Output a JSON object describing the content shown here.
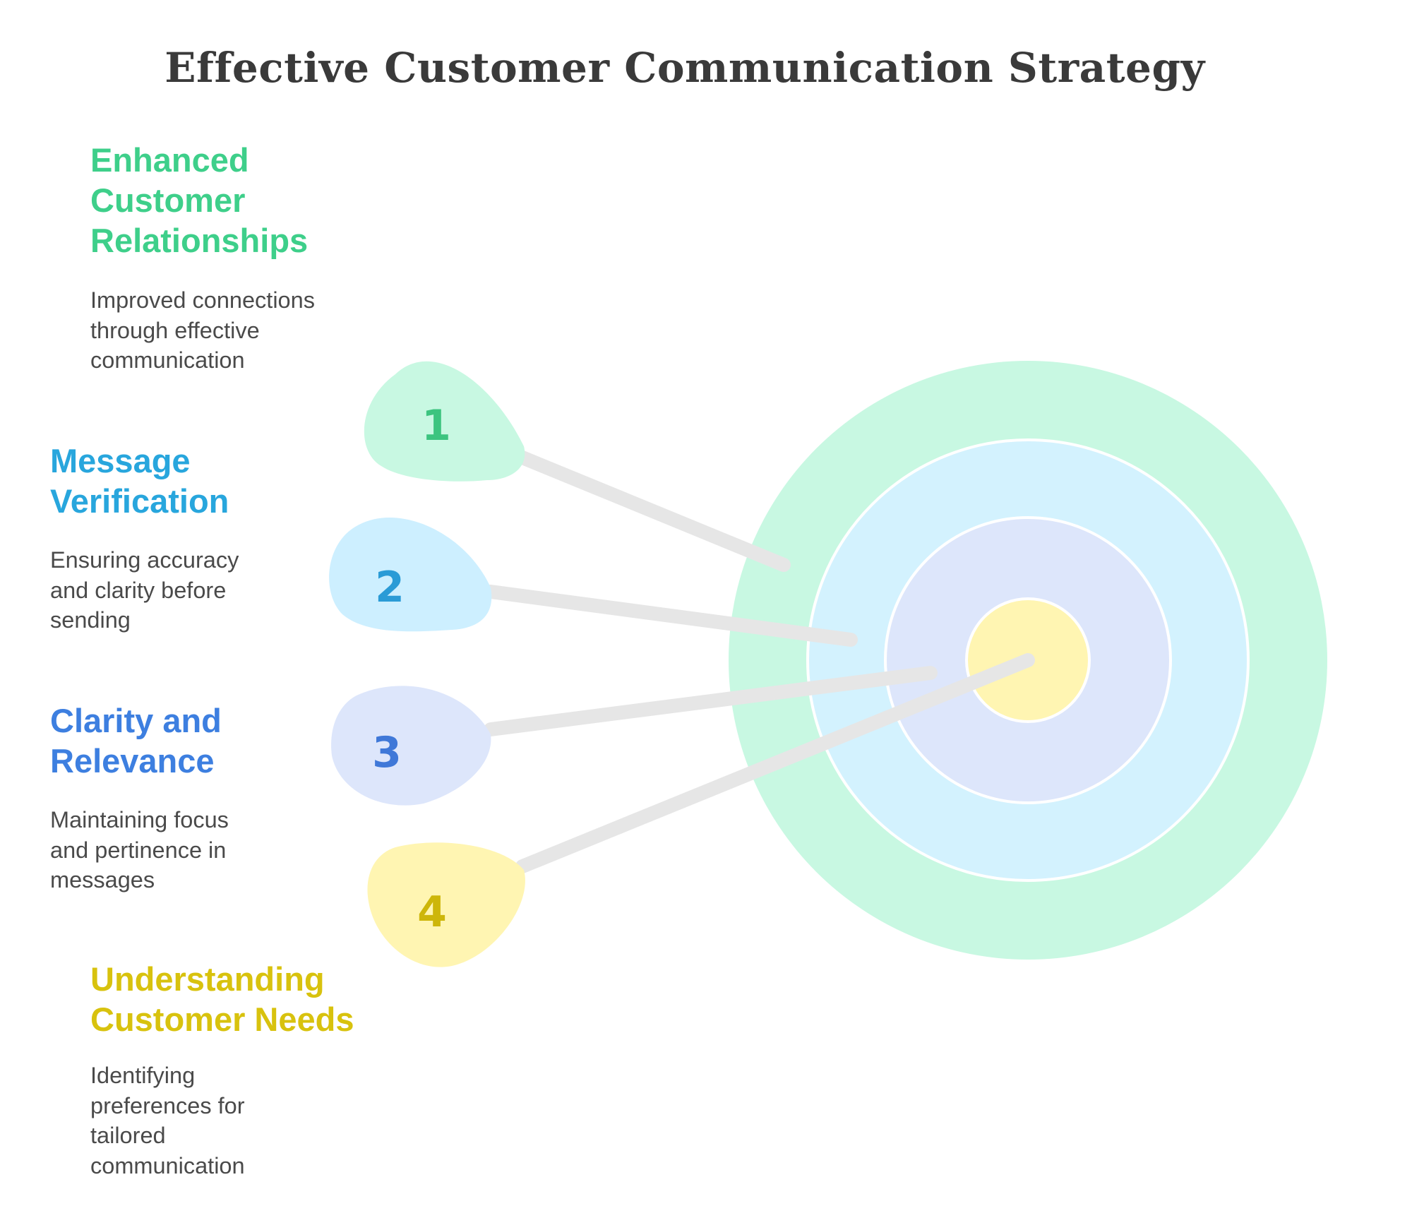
{
  "title": "Effective Customer Communication Strategy",
  "items": [
    {
      "number": "1",
      "heading": "Enhanced\nCustomer\nRelationships",
      "description": "Improved connections\nthrough effective\ncommunication",
      "heading_color": "#3ecf8a",
      "badge_fill": "#c8f8e2",
      "number_color": "#3cc47f"
    },
    {
      "number": "2",
      "heading": "Message\nVerification",
      "description": "Ensuring accuracy\nand clarity before\nsending",
      "heading_color": "#28a6dd",
      "badge_fill": "#cdefff",
      "number_color": "#2a9bd6"
    },
    {
      "number": "3",
      "heading": "Clarity and\nRelevance",
      "description": "Maintaining focus\nand pertinence in\nmessages",
      "heading_color": "#3d7fe0",
      "badge_fill": "#dde6fb",
      "number_color": "#3f78d8"
    },
    {
      "number": "4",
      "heading": "Understanding\nCustomer Needs",
      "description": "Identifying\npreferences for\ntailored\ncommunication",
      "heading_color": "#d8c20e",
      "badge_fill": "#fff5b2",
      "number_color": "#cdb60a"
    }
  ],
  "target_colors": [
    "#c8f8e2",
    "#d3f2fe",
    "#dde6fb",
    "#fff5b2"
  ],
  "arrow_color": "#e6e6e6"
}
